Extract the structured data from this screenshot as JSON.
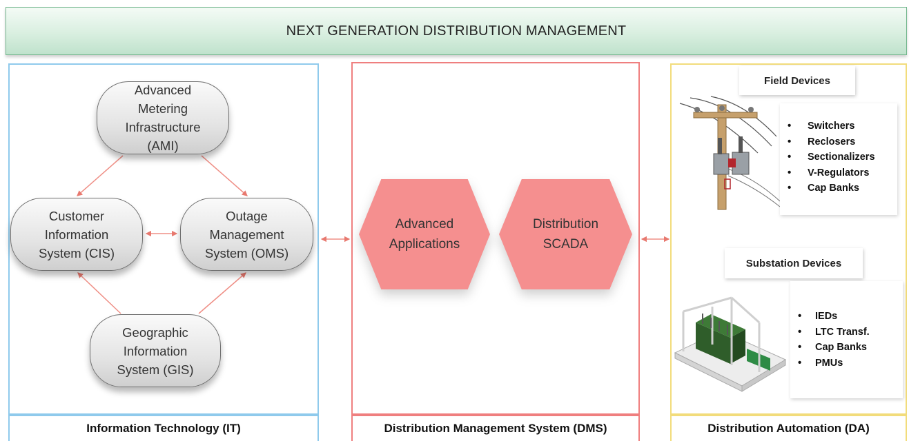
{
  "banner": {
    "title": "NEXT GENERATION DISTRIBUTION MANAGEMENT"
  },
  "sections": {
    "it": {
      "footer": "Information Technology (IT)"
    },
    "dms": {
      "footer": "Distribution Management System (DMS)"
    },
    "da": {
      "footer": "Distribution Automation (DA)"
    }
  },
  "it_nodes": {
    "ami": "Advanced\nMetering\nInfrastructure\n(AMI)",
    "cis": "Customer\nInformation\nSystem (CIS)",
    "oms": "Outage\nManagement\nSystem (OMS)",
    "gis": "Geographic\nInformation\nSystem (GIS)"
  },
  "dms_blocks": {
    "apps": "Advanced\nApplications",
    "scada": "Distribution\nSCADA"
  },
  "da": {
    "field_title": "Field Devices",
    "field_items": [
      "Switchers",
      "Reclosers",
      "Sectionalizers",
      "V-Regulators",
      "Cap Banks"
    ],
    "substation_title": "Substation Devices",
    "substation_items": [
      "IEDs",
      "LTC Transf.",
      "Cap Banks",
      "PMUs"
    ]
  },
  "colors": {
    "arrow": "#e8796f",
    "it_border": "#8fcaec",
    "dms_border": "#ef7f7f",
    "da_border": "#f2dc7b",
    "hex_fill": "#f58f8f",
    "banner_border": "#6fb58a"
  }
}
